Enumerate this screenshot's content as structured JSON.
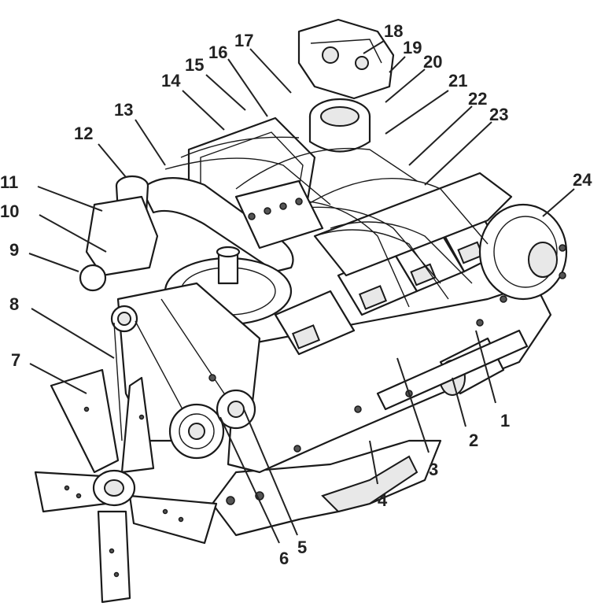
{
  "diagram": {
    "colors": {
      "ink": "#1a1a1a",
      "background": "#ffffff",
      "label": "#222222"
    },
    "callouts": [
      {
        "id": "1",
        "label": "1"
      },
      {
        "id": "2",
        "label": "2"
      },
      {
        "id": "3",
        "label": "3"
      },
      {
        "id": "4",
        "label": "4"
      },
      {
        "id": "5",
        "label": "5"
      },
      {
        "id": "6",
        "label": "6"
      },
      {
        "id": "7",
        "label": "7"
      },
      {
        "id": "8",
        "label": "8"
      },
      {
        "id": "9",
        "label": "9"
      },
      {
        "id": "10",
        "label": "10"
      },
      {
        "id": "11",
        "label": "11"
      },
      {
        "id": "12",
        "label": "12"
      },
      {
        "id": "13",
        "label": "13"
      },
      {
        "id": "14",
        "label": "14"
      },
      {
        "id": "15",
        "label": "15"
      },
      {
        "id": "16",
        "label": "16"
      },
      {
        "id": "17",
        "label": "17"
      },
      {
        "id": "18",
        "label": "18"
      },
      {
        "id": "19",
        "label": "19"
      },
      {
        "id": "20",
        "label": "20"
      },
      {
        "id": "21",
        "label": "21"
      },
      {
        "id": "22",
        "label": "22"
      },
      {
        "id": "23",
        "label": "23"
      },
      {
        "id": "24",
        "label": "24"
      }
    ]
  }
}
